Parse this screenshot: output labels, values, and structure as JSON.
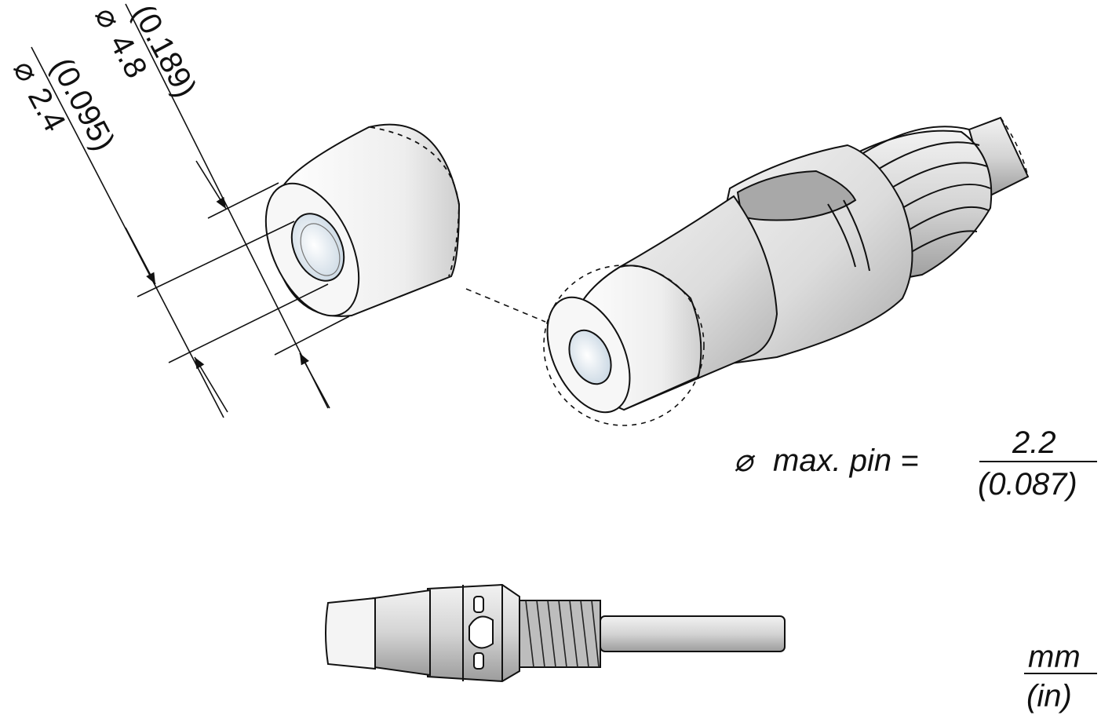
{
  "dimensions": {
    "outer_mm": "4.8",
    "outer_in": "(0.189)",
    "inner_mm": "2.4",
    "inner_in": "(0.095)",
    "diameter_symbol": "⌀"
  },
  "pin_spec": {
    "label": "max. pin =",
    "value_mm": "2.2",
    "value_in": "(0.087)"
  },
  "units": {
    "top": "mm",
    "bottom": "(in)"
  },
  "colors": {
    "line": "#111111",
    "body_light": "#e9e9e9",
    "body_mid": "#c9c9c9",
    "body_dark": "#9a9a9a",
    "bore": "#d8e4ee"
  }
}
